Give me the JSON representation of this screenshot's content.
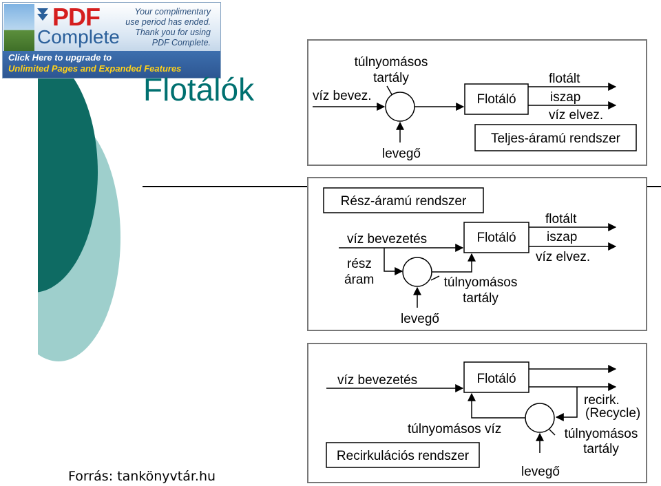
{
  "banner": {
    "logo_top": "PDF",
    "logo_bottom": "Complete",
    "message": [
      "Your complimentary",
      "use period has ended.",
      "Thank you for using",
      "PDF Complete."
    ],
    "link_line1": "Click Here to upgrade to",
    "link_line2": "Unlimited Pages and Expanded Features"
  },
  "slide": {
    "title": "Flotálók",
    "source": "Forrás: tankönyvtár.hu"
  },
  "panel1": {
    "tank_label_1": "túlnyomásos",
    "tank_label_2": "tartály",
    "inlet": "víz bevez.",
    "unit": "Flotáló",
    "out1": "flotált",
    "out2": "iszap",
    "out3": "víz elvez.",
    "air": "levegő",
    "system": "Teljes-áramú rendszer"
  },
  "panel2": {
    "system": "Rész-áramú rendszer",
    "out1": "flotált",
    "out2": "iszap",
    "out3": "víz elvez.",
    "inlet": "víz bevezetés",
    "unit": "Flotáló",
    "partial_1": "rész",
    "partial_2": "áram",
    "tank_label_1": "túlnyomásos",
    "tank_label_2": "tartály",
    "air": "levegő"
  },
  "panel3": {
    "inlet": "víz bevezetés",
    "unit": "Flotáló",
    "recirc_1": "recirk.",
    "recirc_2": "(Recycle)",
    "pressurized_water": "túlnyomásos víz",
    "tank_label_1": "túlnyomásos",
    "tank_label_2": "tartály",
    "system": "Recirkulációs rendszer",
    "air": "levegő"
  },
  "colors": {
    "title": "#007070",
    "dark_teal": "#0e6b63",
    "light_teal": "#9ecfcc",
    "banner_red": "#d51e1e",
    "banner_blue": "#2a5f9a"
  }
}
